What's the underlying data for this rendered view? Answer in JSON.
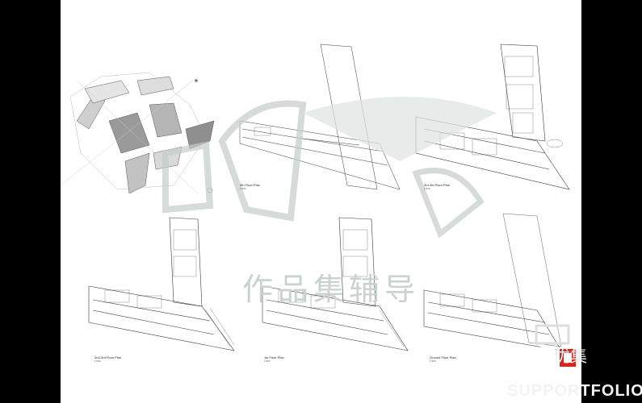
{
  "sheet": {
    "plans": [
      {
        "id": "plan-4th",
        "label": "4th Floor Plan",
        "scale": "1:500"
      },
      {
        "id": "plan-3rd",
        "label": "3rd-4th Floor Plan",
        "scale": "1:500"
      },
      {
        "id": "plan-2nd",
        "label": "2nd-3rd Floor Plan",
        "scale": "1:500"
      },
      {
        "id": "plan-1st",
        "label": "1st Floor Plan",
        "scale": "1:500"
      },
      {
        "id": "plan-ground",
        "label": "Ground Floor Plan",
        "scale": "1:500"
      }
    ]
  },
  "watermark": {
    "text_cn": "作品集辅导",
    "logo_cn": "品优集"
  },
  "brand": {
    "text_cn": "优集",
    "text_en": "SUPPORTFOLIOS"
  },
  "colors": {
    "background": "#000000",
    "sheet": "#ffffff",
    "line": "#3a3a3a",
    "watermark": "#c9d2cf"
  }
}
